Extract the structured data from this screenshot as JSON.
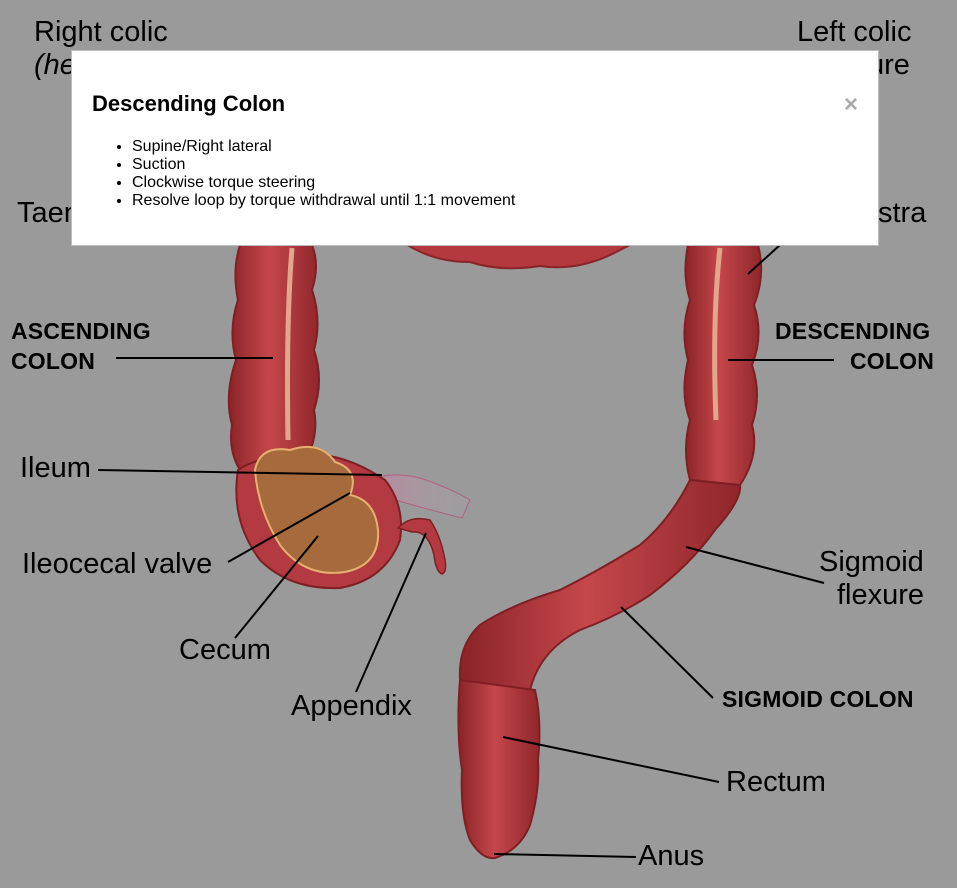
{
  "labels": {
    "right_colic_line1": "Right colic",
    "right_colic_line2": "(he",
    "left_colic_line1": "Left colic",
    "left_colic_line2": "ure",
    "taenia_left": "Taen",
    "taenia_right": "stra",
    "ascending_line1": "ASCENDING",
    "ascending_line2": "COLON",
    "descending_line1": "DESCENDING",
    "descending_line2": "COLON",
    "ileum": "Ileum",
    "ileocecal_valve": "Ileocecal valve",
    "cecum": "Cecum",
    "appendix": "Appendix",
    "sigmoid_flexure_line1": "Sigmoid",
    "sigmoid_flexure_line2": "flexure",
    "sigmoid_colon": "SIGMOID COLON",
    "rectum": "Rectum",
    "anus": "Anus"
  },
  "modal": {
    "title": "Descending Colon",
    "close_label": "×",
    "items": [
      "Supine/Right lateral",
      "Suction",
      "Clockwise torque steering",
      "Resolve loop by torque withdrawal until 1:1 movement"
    ]
  },
  "colors": {
    "background": "#9a9a9a",
    "colon": "#b8393e",
    "colon_dark": "#8a2328",
    "taenia": "#e0a088",
    "cecum_interior": "#a8683a",
    "ileum": "#c07890"
  }
}
